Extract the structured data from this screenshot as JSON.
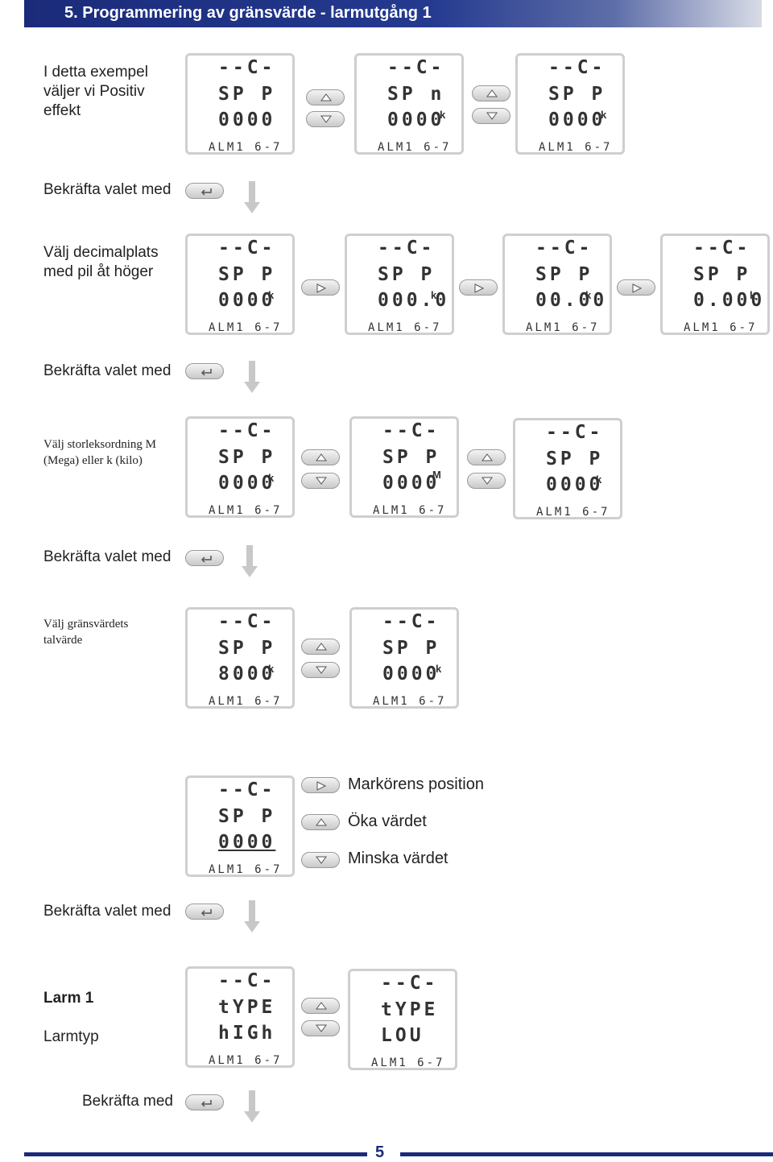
{
  "header": {
    "title": "5.  Programmering av gränsvärde - larmutgång 1"
  },
  "labels": {
    "intro": "I detta exempel väljer vi Positiv effekt",
    "confirm": "Bekräfta valet med",
    "decimal": "Välj decimalplats med pil åt höger",
    "magnitude": "Välj storleksordning M (Mega) eller k (kilo)",
    "value": "Välj gränsvärdets talvärde",
    "cursor": "Markörens position",
    "increase": "Öka värdet",
    "decrease": "Minska värdet",
    "alarm1": "Larm 1",
    "alarmtype": "Larmtyp",
    "confirm_short": "Bekräfta med"
  },
  "lcd": {
    "top": "--C-",
    "sp_p": "SP P",
    "sp_n": "SP n",
    "type": "tYPE",
    "high": "hIGh",
    "low": "LOU",
    "bottom": "ALM1 6-7",
    "v0000": "0000",
    "v0000d": "000.0",
    "v00d00": "00.00",
    "v0d000": "0.000",
    "v8000": "8000",
    "k": "k",
    "M": "M"
  },
  "page": {
    "number": "5"
  }
}
